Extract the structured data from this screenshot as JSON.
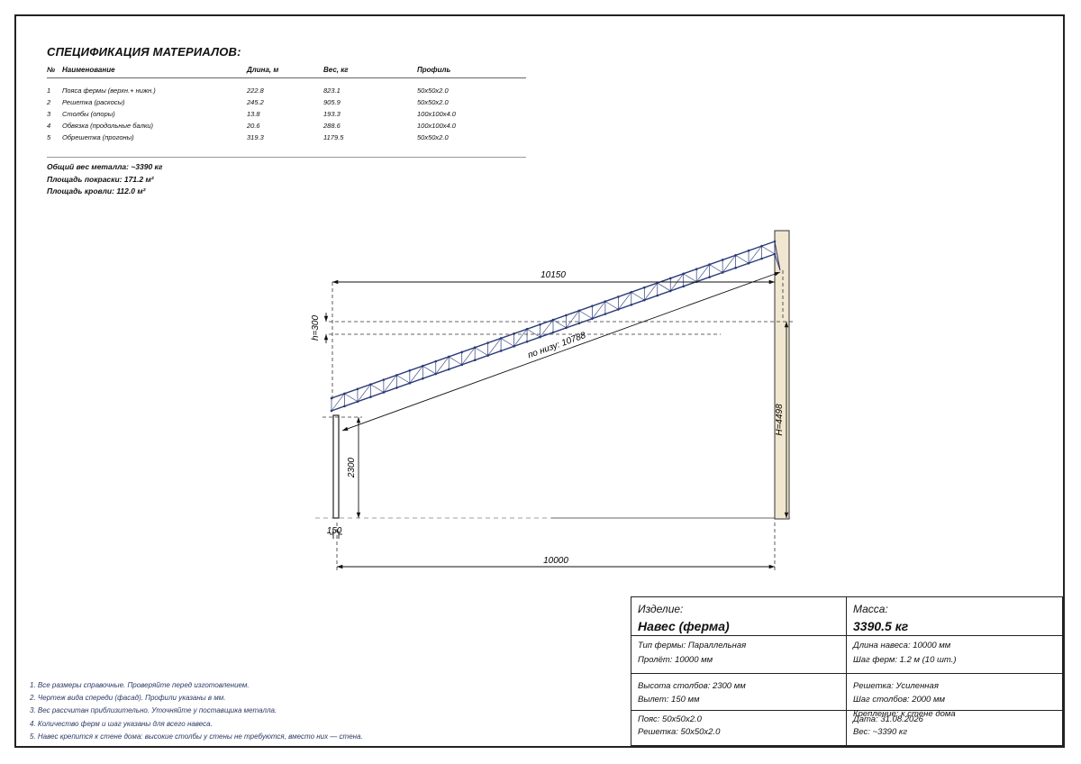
{
  "spec": {
    "title": "СПЕЦИФИКАЦИЯ МАТЕРИАЛОВ:",
    "columns": [
      "№",
      "Наименование",
      "Длина, м",
      "Вес, кг",
      "Профиль"
    ],
    "rows": [
      [
        "1",
        "Пояса фермы (верхн.+ нижн.)",
        "222.8",
        "823.1",
        "50x50x2.0"
      ],
      [
        "2",
        "Решетка (раскосы)",
        "245.2",
        "905.9",
        "50x50x2.0"
      ],
      [
        "3",
        "Столбы (опоры)",
        "13.8",
        "193.3",
        "100x100x4.0"
      ],
      [
        "4",
        "Обвязка (продольные балки)",
        "20.6",
        "288.6",
        "100x100x4.0"
      ],
      [
        "5",
        "Обрешетка (прогоны)",
        "319.3",
        "1179.5",
        "50x50x2.0"
      ]
    ],
    "totals": [
      "Общий вес металла: ~3390 кг",
      "Площадь покраски: 171.2 м²",
      "Площадь кровли: 112.0 м²"
    ]
  },
  "drawing": {
    "dim_top_length": "10150",
    "dim_truss_height": "h=300",
    "dim_bottom_chord": "по низу: 10788",
    "dim_post_height": "2300",
    "dim_wall_height": "H=4498",
    "dim_overhang": "150",
    "dim_span": "10000",
    "colors": {
      "truss": "#2a3a78",
      "wall_fill": "#f1e6cf",
      "dim": "#111111"
    }
  },
  "notes": [
    "1. Все размеры справочные. Проверяйте перед изготовлением.",
    "2. Чертеж вида спереди (фасад). Профили указаны в мм.",
    "3. Вес рассчитан приблизительно. Уточняйте у поставщика металла.",
    "4. Количество ферм и шаг указаны для всего навеса.",
    "5. Навес крепится к стене дома: высокие столбы у стены не требуются, вместо них — стена."
  ],
  "title_block": {
    "product_label": "Изделие:",
    "product_value": "Навес (ферма)",
    "mass_label": "Масса:",
    "mass_value": "3390.5 кг",
    "truss_type": "Тип фермы: Параллельная",
    "span": "Пролёт: 10000 мм",
    "canopy_length": "Длина навеса: 10000 мм",
    "truss_step": "Шаг ферм: 1.2 м (10 шт.)",
    "post_height": "Высота столбов: 2300 мм",
    "overhang": "Вылет: 150 мм",
    "lattice": "Решетка: Усиленная",
    "post_step": "Шаг столбов: 2000 мм",
    "chord": "Пояс: 50x50x2.0",
    "lattice_profile": "Решетка: 50x50x2.0",
    "mounting": "Крепление: к стене дома",
    "date": "Дата: 31.08.2026",
    "weight": "Вес: ~3390 кг"
  }
}
